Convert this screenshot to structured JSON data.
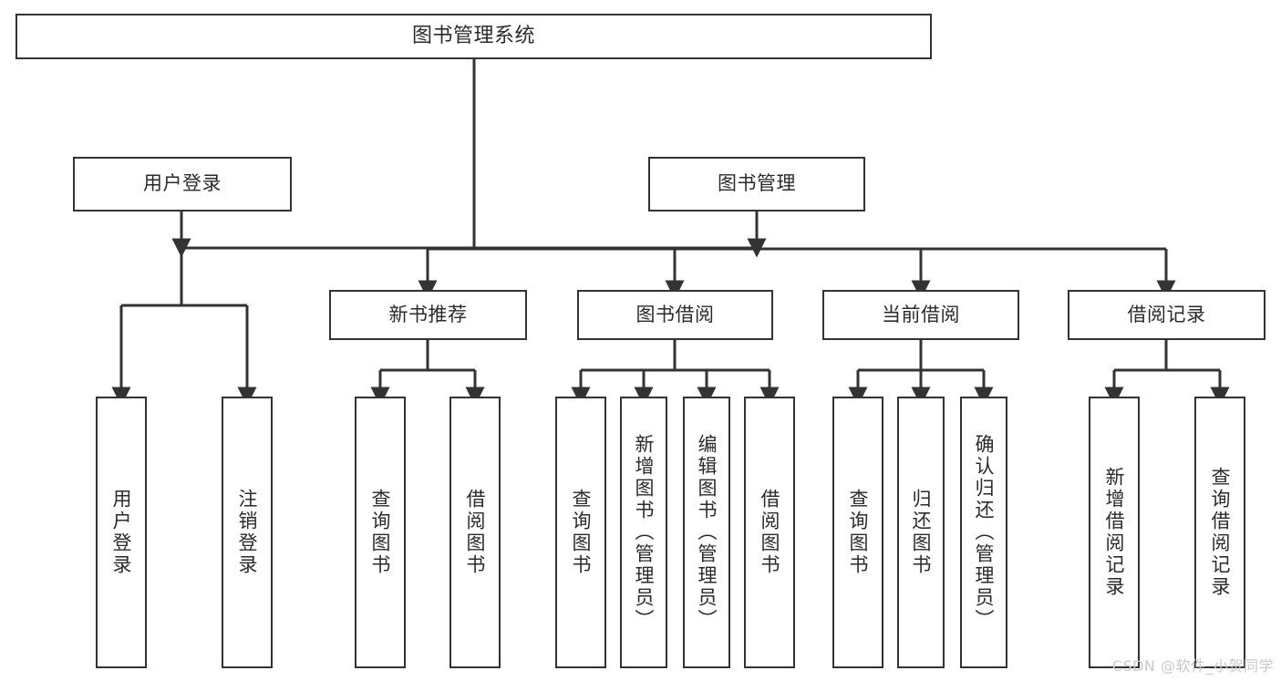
{
  "diagram": {
    "title": "图书管理系统",
    "type": "tree-hierarchy",
    "stroke_color": "#333333",
    "text_color": "#2b2b2b",
    "background": "#ffffff"
  },
  "root": {
    "label": "图书管理系统"
  },
  "level1": [
    {
      "label": "用户登录"
    },
    {
      "label": "图书管理"
    }
  ],
  "level2": [
    {
      "label": "新书推荐"
    },
    {
      "label": "图书借阅"
    },
    {
      "label": "当前借阅"
    },
    {
      "label": "借阅记录"
    }
  ],
  "leaves": {
    "user_login": [
      {
        "label": "用户登录"
      },
      {
        "label": "注销登录"
      }
    ],
    "new_book_recommend": [
      {
        "label": "查询图书"
      },
      {
        "label": "借阅图书"
      }
    ],
    "book_borrow": [
      {
        "label": "查询图书"
      },
      {
        "label": "新增图书（管理员）"
      },
      {
        "label": "编辑图书（管理员）"
      },
      {
        "label": "借阅图书"
      }
    ],
    "current_borrow": [
      {
        "label": "查询图书"
      },
      {
        "label": "归还图书"
      },
      {
        "label": "确认归还（管理员）"
      }
    ],
    "borrow_record": [
      {
        "label": "新增借阅记录"
      },
      {
        "label": "查询借阅记录"
      }
    ]
  },
  "watermark": {
    "text": "CSDN @软件_小贺同学"
  }
}
